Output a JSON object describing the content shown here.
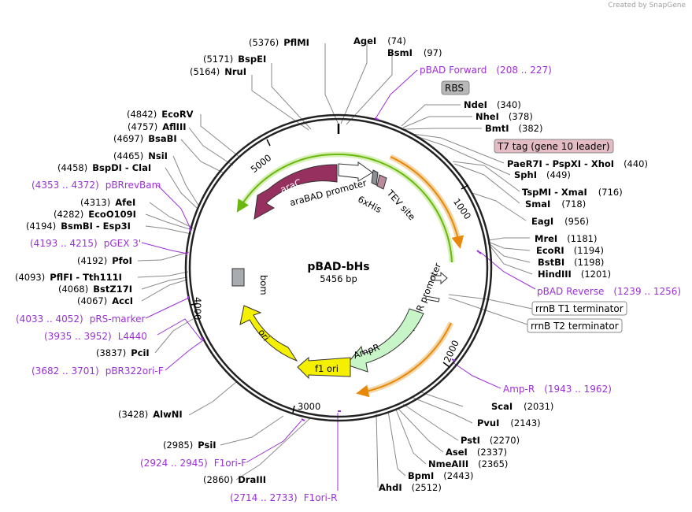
{
  "credit": "Created by SnapGene",
  "plasmid": {
    "name": "pBAD-bHs",
    "length_label": "5456 bp"
  },
  "ticks": [
    "1000",
    "2000",
    "3000",
    "4000",
    "5000"
  ],
  "features": {
    "araC": "araC",
    "araBAD_promoter": "araBAD promoter",
    "sixHis": "6xHis",
    "tev": "TEV site",
    "ampr_promoter": "AmpR promoter",
    "ampr": "AmpR",
    "f1_ori": "f1 ori",
    "ori": "ori",
    "bom": "bom"
  },
  "labels": [
    {
      "num": "(5376)",
      "name": "PflMI"
    },
    {
      "num": "(74)",
      "name": "AgeI",
      "num_after": true
    },
    {
      "num": "(97)",
      "name": "BsmI",
      "num_after": true
    },
    {
      "num": "(5171)",
      "name": "BspEI"
    },
    {
      "num": "(5164)",
      "name": "NruI"
    },
    {
      "num": "(340)",
      "name": "NdeI",
      "num_after": true
    },
    {
      "num": "(378)",
      "name": "NheI",
      "num_after": true
    },
    {
      "num": "(382)",
      "name": "BmtI",
      "num_after": true
    },
    {
      "num": "(4842)",
      "name": "EcoRV"
    },
    {
      "num": "(4757)",
      "name": "AflIII"
    },
    {
      "num": "(4697)",
      "name": "BsaBI"
    },
    {
      "num": "(4465)",
      "name": "NsiI"
    },
    {
      "num": "(4458)",
      "name": "BspDI - ClaI"
    },
    {
      "num": "(440)",
      "name": "PaeR7I - PspXI - XhoI",
      "num_after": true
    },
    {
      "num": "(449)",
      "name": "SphI",
      "num_after": true
    },
    {
      "num": "(716)",
      "name": "TspMI - XmaI",
      "num_after": true
    },
    {
      "num": "(718)",
      "name": "SmaI",
      "num_after": true
    },
    {
      "num": "(956)",
      "name": "EagI",
      "num_after": true
    },
    {
      "num": "(4313)",
      "name": "AfeI"
    },
    {
      "num": "(4282)",
      "name": "EcoO109I"
    },
    {
      "num": "(4194)",
      "name": "BsmBI - Esp3I"
    },
    {
      "num": "(4192)",
      "name": "PfoI"
    },
    {
      "num": "(1181)",
      "name": "MreI",
      "num_after": true
    },
    {
      "num": "(1194)",
      "name": "EcoRI",
      "num_after": true
    },
    {
      "num": "(1198)",
      "name": "BstBI",
      "num_after": true
    },
    {
      "num": "(1201)",
      "name": "HindIII",
      "num_after": true
    },
    {
      "num": "(4093)",
      "name": "PflFI - Tth111I"
    },
    {
      "num": "(4068)",
      "name": "BstZ17I"
    },
    {
      "num": "(4067)",
      "name": "AccI"
    },
    {
      "num": "(3837)",
      "name": "PciI"
    },
    {
      "num": "(3428)",
      "name": "AlwNI"
    },
    {
      "num": "(2031)",
      "name": "ScaI",
      "num_after": true
    },
    {
      "num": "(2143)",
      "name": "PvuI",
      "num_after": true
    },
    {
      "num": "(2270)",
      "name": "PstI",
      "num_after": true
    },
    {
      "num": "(2337)",
      "name": "AseI",
      "num_after": true
    },
    {
      "num": "(2365)",
      "name": "NmeAIII",
      "num_after": true
    },
    {
      "num": "(2443)",
      "name": "BpmI",
      "num_after": true
    },
    {
      "num": "(2512)",
      "name": "AhdI",
      "num_after": true
    },
    {
      "num": "(2985)",
      "name": "PsiI"
    },
    {
      "num": "(2860)",
      "name": "DraIII"
    }
  ],
  "primers": [
    {
      "name": "pBAD Forward",
      "range": "(208 .. 227)"
    },
    {
      "name": "pBRrevBam",
      "range": "(4353 .. 4372)"
    },
    {
      "name": "pGEX 3'",
      "range": "(4193 .. 4215)"
    },
    {
      "name": "pRS-marker",
      "range": "(4033 .. 4052)"
    },
    {
      "name": "L4440",
      "range": "(3935 .. 3952)"
    },
    {
      "name": "pBR322ori-F",
      "range": "(3682 .. 3701)"
    },
    {
      "name": "pBAD Reverse",
      "range": "(1239 .. 1256)"
    },
    {
      "name": "Amp-R",
      "range": "(1943 .. 1962)"
    },
    {
      "name": "F1ori-F",
      "range": "(2924 .. 2945)"
    },
    {
      "name": "F1ori-R",
      "range": "(2714 .. 2733)"
    }
  ],
  "boxes": {
    "rbs": "RBS",
    "t7tag": "T7 tag (gene 10 leader)",
    "rrnb_t1": "rrnB T1 terminator",
    "rrnb_t2": "rrnB T2 terminator"
  },
  "colors": {
    "araC": "#96305f",
    "ampr": "#c8f5c8",
    "ori_yellow": "#f5f000",
    "orf_orange": "#e8880a",
    "orf_green": "#6ab80e",
    "primer_purple": "#9b30d8",
    "t7tag_fill": "#e3bcc4",
    "rbs_fill": "#b8b8b8"
  }
}
